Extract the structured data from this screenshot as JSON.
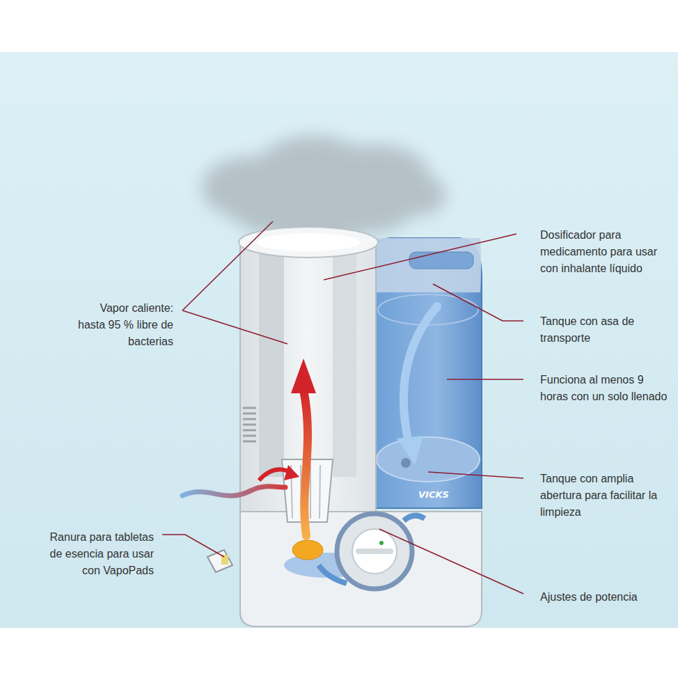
{
  "diagram": {
    "labels": [
      "Vapor caliente: hasta 95 % libre de bacterias",
      "Dosificador para medicamento para usar con inhalante líquido",
      "Tanque con asa de transporte",
      "Funciona al menos 9 horas con un solo llenado",
      "Tanque con amplia abertura para facilitar la limpieza",
      "Ranura para tabletas de esencia para usar con VapoPads",
      "Ajustes de potencia",
      "VICKS"
    ]
  }
}
